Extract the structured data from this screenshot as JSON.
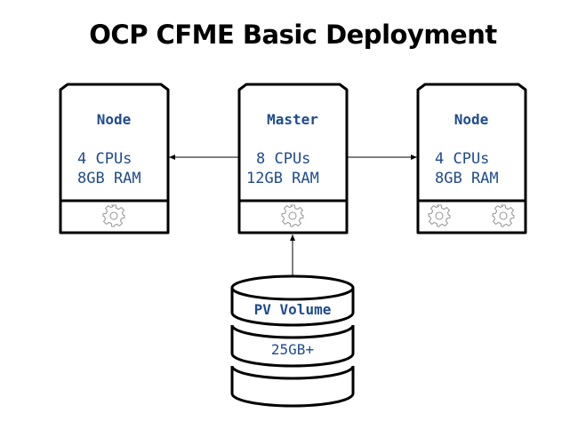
{
  "title": "OCP CFME Basic Deployment",
  "colors": {
    "text_blue": "#1f4b8f",
    "stroke": "#000000",
    "gear": "#9a9a9a"
  },
  "servers": [
    {
      "name": "Node",
      "cpus": "4 CPUs",
      "ram": "8GB RAM",
      "gears": [
        "gear-icon"
      ]
    },
    {
      "name": "Master",
      "cpus": "8 CPUs",
      "ram": "12GB RAM",
      "gears": [
        "gear-icon"
      ]
    },
    {
      "name": "Node",
      "cpus": "4 CPUs",
      "ram": "8GB RAM",
      "gears": [
        "gear-icon",
        "gear-icon"
      ]
    }
  ],
  "volume": {
    "name": "PV Volume",
    "size": "25GB+"
  },
  "connections": [
    {
      "from": "Master",
      "to": "Node (left)"
    },
    {
      "from": "Master",
      "to": "Node (right)"
    },
    {
      "from": "PV Volume",
      "to": "Master"
    }
  ]
}
